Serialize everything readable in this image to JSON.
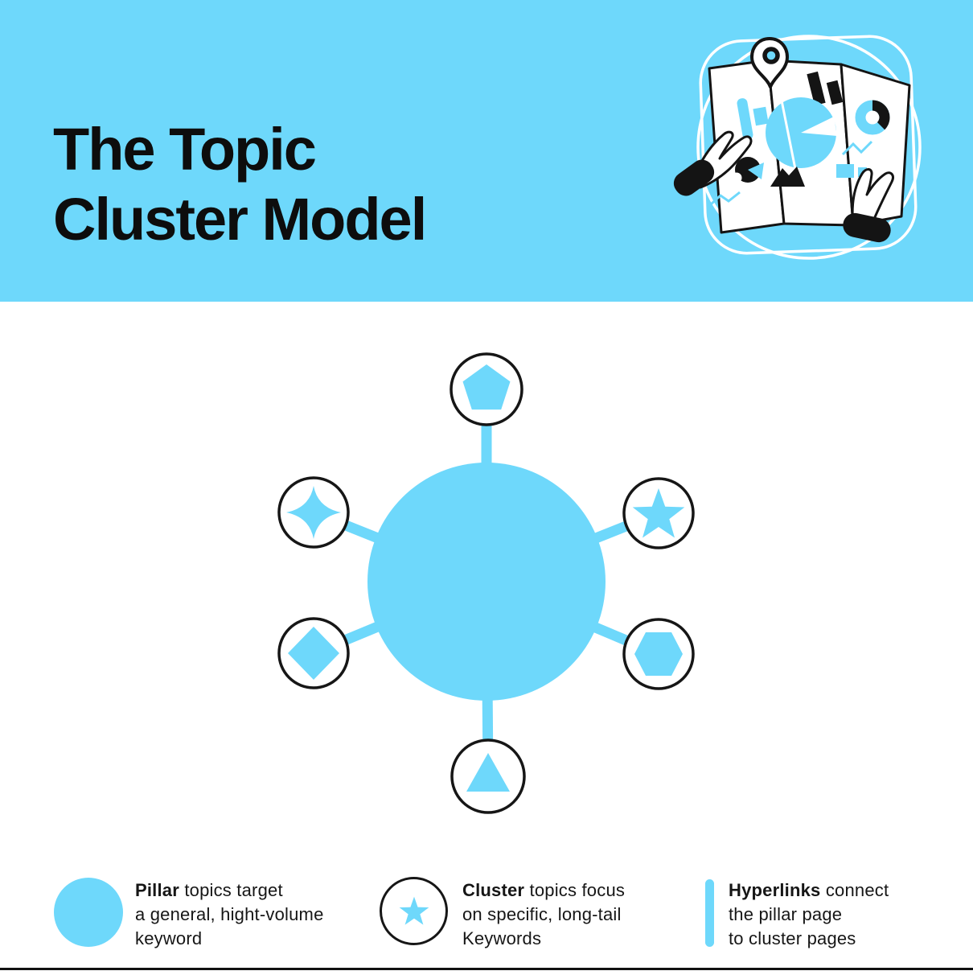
{
  "colors": {
    "accent_blue": "#6ED8FB",
    "outline_black": "#141414",
    "background": "#ffffff"
  },
  "header": {
    "title_line1": "The Topic",
    "title_line2": "Cluster Model",
    "illustration": "hands-holding-folded-map-with-charts-and-location-pin"
  },
  "diagram": {
    "center_node": "pillar-circle",
    "satellite_shapes": [
      "pentagon",
      "four-point-star",
      "five-point-star",
      "diamond",
      "hexagon",
      "triangle"
    ],
    "connector": "hyperlink-spoke"
  },
  "legend": {
    "items": [
      {
        "icon": "pillar-circle-icon",
        "lead": "Pillar",
        "line1_rest": "topics target",
        "line2": "a general, hight-volume",
        "line3": "keyword"
      },
      {
        "icon": "cluster-star-circle-icon",
        "lead": "Cluster",
        "line1_rest": "topics focus",
        "line2": "on specific, long-tail",
        "line3": "Keywords"
      },
      {
        "icon": "hyperlink-bar-icon",
        "lead": "Hyperlinks",
        "line1_rest": "connect",
        "line2": "the pillar page",
        "line3": "to cluster pages"
      }
    ]
  }
}
